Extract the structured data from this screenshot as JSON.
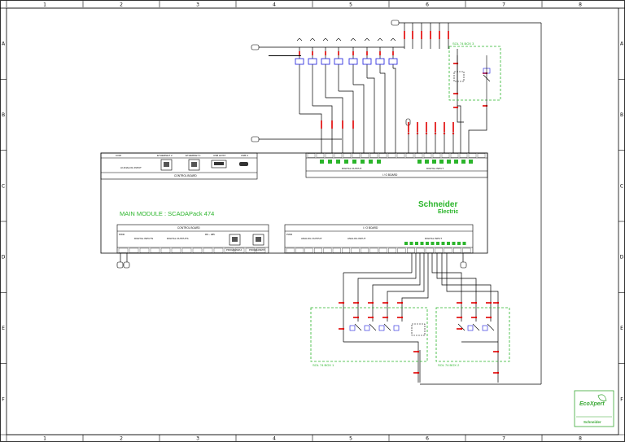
{
  "frame": {
    "columns": [
      "1",
      "2",
      "3",
      "4",
      "5",
      "6",
      "7",
      "8"
    ],
    "rows": [
      "A",
      "B",
      "C",
      "D",
      "E",
      "F"
    ]
  },
  "module": {
    "title": "MAIN MODULE : SCADAPack 474",
    "brand_line1": "Schneider",
    "brand_line2": "Electric"
  },
  "top_panel": {
    "com_label": "COM",
    "analog_input": "AI ANALOG INPUT",
    "ethernet2": "ETHERNET 2",
    "ethernet1": "ETHERNET 1",
    "usb_host": "USB HOST",
    "usb_c": "USB C",
    "control_board": "CONTROL BOARD",
    "digital_output": "DIGITAL OUTPUT",
    "io_board": "I / O BOARD",
    "digital_input": "DIGITAL INPUT"
  },
  "bottom_panel": {
    "control_board": "CONTROL BOARD",
    "io_board": "I / O BOARD",
    "pwr": "PWR",
    "digital_inputs": "DIGITAL INPUTS",
    "digital_outputs": "DIGITAL OUTPUTS",
    "rs485": "RS - 485",
    "analog_output": "ANALOG OUTPUT",
    "analog_input": "ANALOG INPUT",
    "digital_input": "DIGITAL INPUT",
    "programm_a": "PROGRAMM A",
    "programm_b": "PROGRAMM B"
  },
  "boxes": {
    "top_right": "SOL 74 BOX 3",
    "bottom_left": "SOL 74 BOX 1",
    "bottom_right": "SOL 74 BOX 2"
  },
  "logo": {
    "line1": "EcoXpert",
    "line2": "Schneider"
  },
  "colors": {
    "wire": "#000000",
    "terminal": "#e00000",
    "box_outline": "#2bb52b",
    "module_title": "#2bb52b",
    "relay_coil": "#1a1adc",
    "logo": "#3aa835"
  }
}
